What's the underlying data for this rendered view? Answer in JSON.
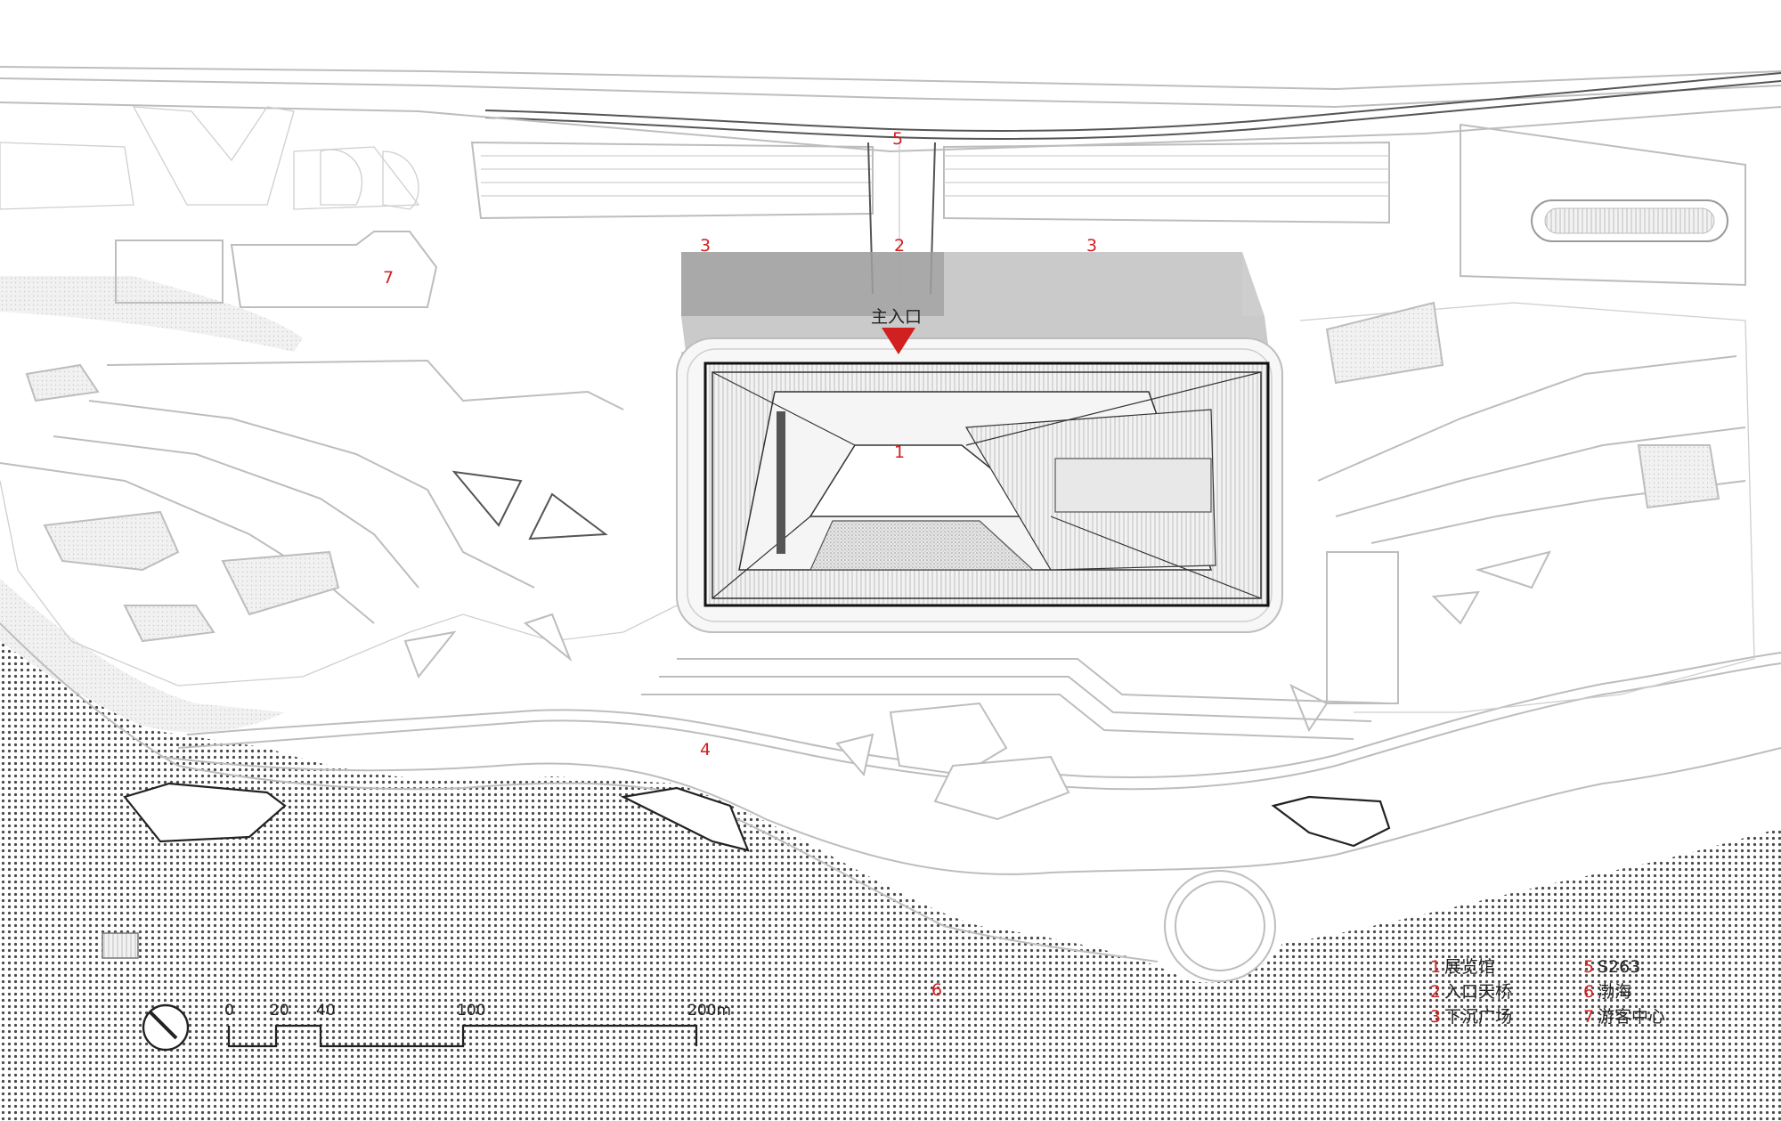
{
  "labels": {
    "road_number": "5",
    "bridge_number": "2",
    "sunken_plaza_left": "3",
    "sunken_plaza_right": "3",
    "visitor_center_number": "7",
    "main_entrance": "主入口",
    "hall_number": "1",
    "coast_number": "4",
    "sea_number": "6"
  },
  "legend": [
    {
      "num": "1",
      "text": "展览馆"
    },
    {
      "num": "2",
      "text": "入口天桥"
    },
    {
      "num": "3",
      "text": "下沉广场"
    },
    {
      "num": "5",
      "text": "S263"
    },
    {
      "num": "6",
      "text": "渤海"
    },
    {
      "num": "7",
      "text": "游客中心"
    }
  ],
  "scale_bar": {
    "ticks": [
      "0",
      "20",
      "40",
      "100",
      "200m"
    ]
  },
  "colors": {
    "accent_red": "#d0201f",
    "line_grey": "#bdbdbd",
    "shade_grey": "#9e9e9e"
  }
}
